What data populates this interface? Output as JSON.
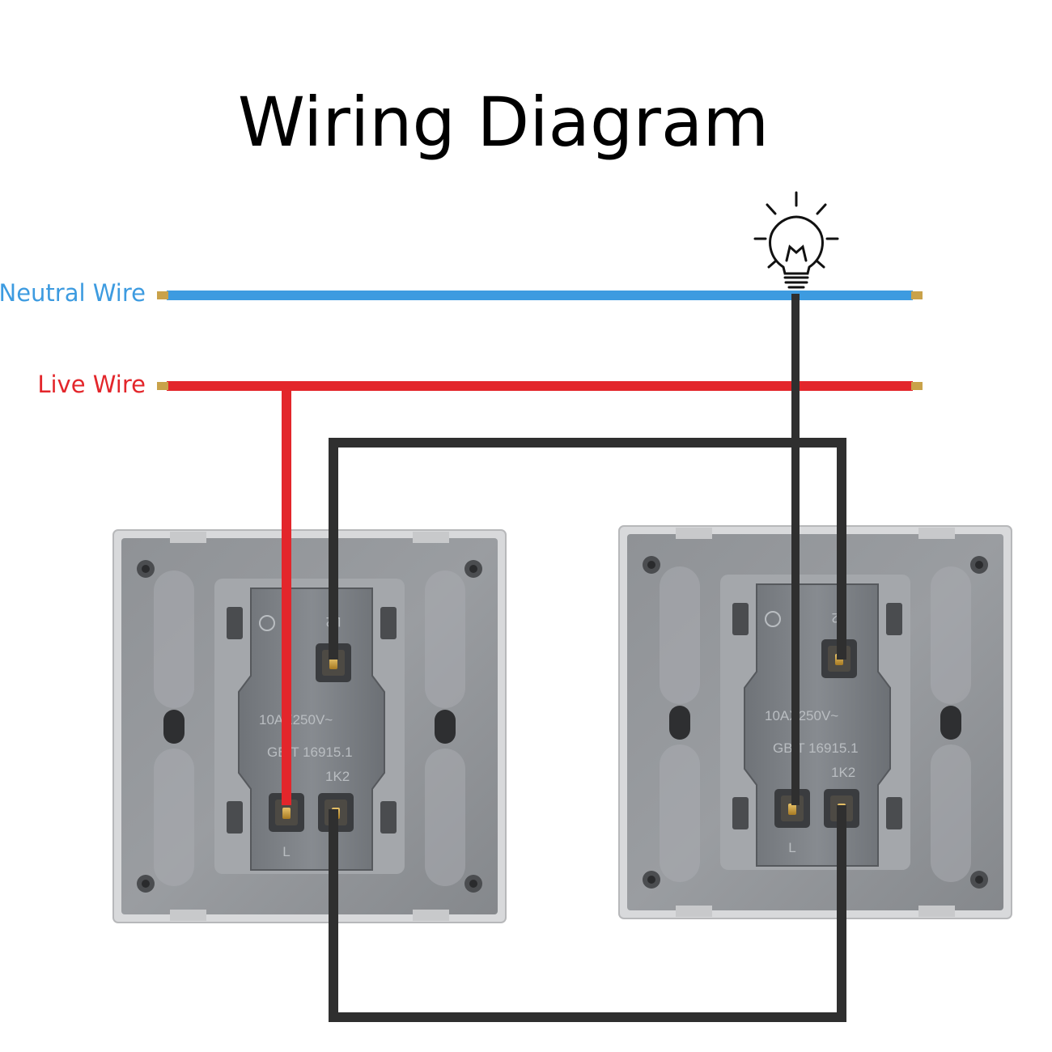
{
  "title": "Wiring Diagram",
  "wires": {
    "neutral": {
      "label": "Neutral Wire",
      "color": "#3d9be0"
    },
    "live": {
      "label": "Live Wire",
      "color": "#e3262b"
    },
    "switch_wire_color": "#2f2f2f"
  },
  "switch_left": {
    "rating": "10AX250V~",
    "standard": "GB/T 16915.1",
    "model": "1K2",
    "terminal_top": "L2",
    "terminal_bottom": "L"
  },
  "switch_right": {
    "rating": "10AX250V~",
    "standard": "GB/T 16915.1",
    "model": "1K2",
    "terminal_top": "L2",
    "terminal_bottom": "L"
  },
  "icons": {
    "lamp": "light-bulb-icon"
  }
}
